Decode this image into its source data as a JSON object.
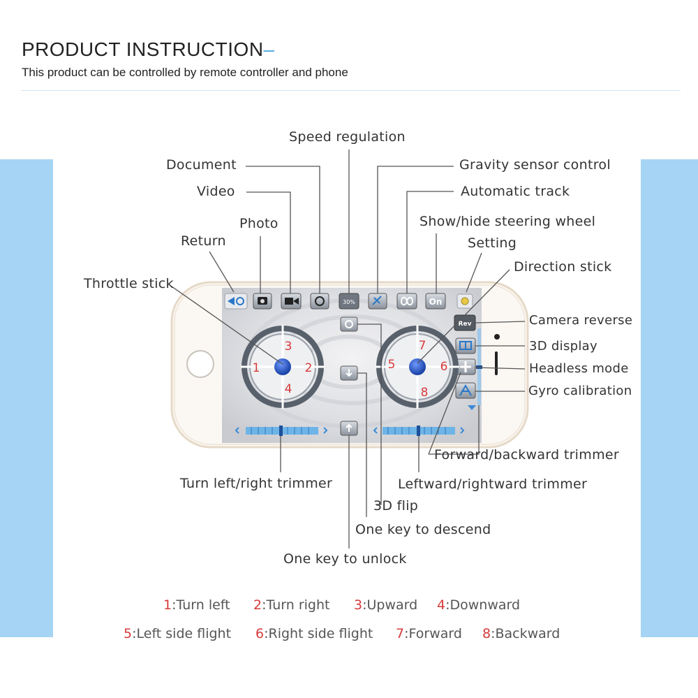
{
  "header": {
    "title": "PRODUCT INSTRUCTION",
    "title_dash": "–",
    "subtitle": "This product can be controlled by remote controller and phone"
  },
  "labels": {
    "speed_regulation": "Speed regulation",
    "document": "Document",
    "gravity_sensor_control": "Gravity sensor control",
    "video": "Video",
    "automatic_track": "Automatic track",
    "photo": "Photo",
    "show_hide_steering_wheel": "Show/hide steering wheel",
    "return": "Return",
    "setting": "Setting",
    "direction_stick": "Direction stick",
    "throttle_stick": "Throttle stick",
    "camera_reverse": "Camera reverse",
    "display_3d": "3D display",
    "headless_mode": "Headless mode",
    "gyro_calibration": "Gyro calibration",
    "forward_backward_trimmer": "Forward/backward trimmer",
    "turn_left_right_trimmer": "Turn left/right trimmer",
    "leftward_rightward_trimmer": "Leftward/rightward trimmer",
    "flip_3d": "3D flip",
    "one_key_descend": "One key to descend",
    "one_key_unlock": "One key to unlock"
  },
  "phone_ui": {
    "speed_value": "30%",
    "on_label": "On",
    "rev_label": "Rev",
    "left_stick_numbers": [
      "1",
      "2",
      "3",
      "4"
    ],
    "right_stick_numbers": [
      "5",
      "6",
      "7",
      "8"
    ]
  },
  "legend": [
    {
      "num": "1",
      "sep": ":",
      "text": "Turn left"
    },
    {
      "num": "2",
      "sep": ":",
      "text": "Turn right"
    },
    {
      "num": "3",
      "sep": ":",
      "text": "Upward"
    },
    {
      "num": "4",
      "sep": ":",
      "text": "Downward"
    },
    {
      "num": "5",
      "sep": ":",
      "text": "Left side flight"
    },
    {
      "num": "6",
      "sep": ":",
      "text": "Right side flight"
    },
    {
      "num": "7",
      "sep": ":",
      "text": "Forward"
    },
    {
      "num": "8",
      "sep": ":",
      "text": "Backward"
    }
  ],
  "colors": {
    "side_band": "#a6d4f4",
    "accent_blue": "#49a8e0",
    "legend_number": "#d63b3b",
    "stick_ball": "#2f63c9"
  }
}
